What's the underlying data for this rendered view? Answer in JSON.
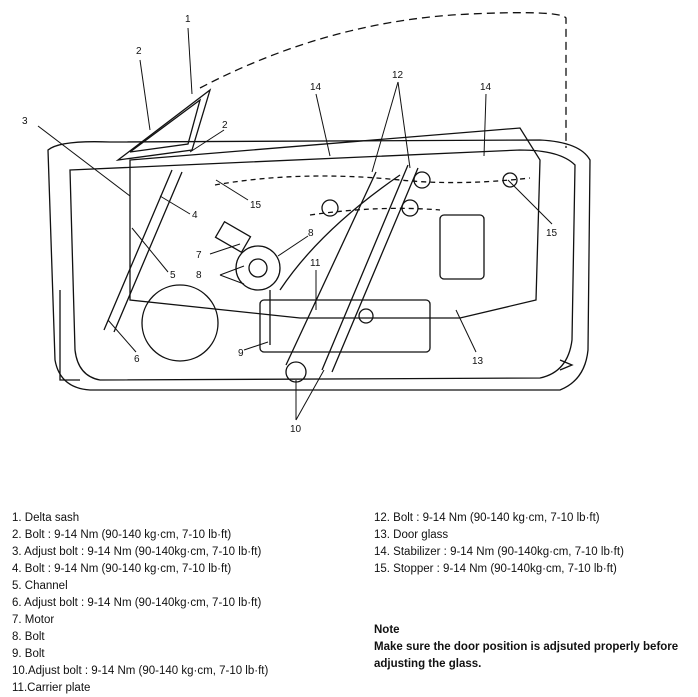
{
  "callouts": [
    {
      "n": "1"
    },
    {
      "n": "2"
    },
    {
      "n": "3"
    },
    {
      "n": "2"
    },
    {
      "n": "4"
    },
    {
      "n": "5"
    },
    {
      "n": "6"
    },
    {
      "n": "7"
    },
    {
      "n": "8"
    },
    {
      "n": "8"
    },
    {
      "n": "9"
    },
    {
      "n": "10"
    },
    {
      "n": "11"
    },
    {
      "n": "12"
    },
    {
      "n": "13"
    },
    {
      "n": "14"
    },
    {
      "n": "14"
    },
    {
      "n": "15"
    },
    {
      "n": "15"
    }
  ],
  "legend_left": [
    "1. Delta sash",
    "2. Bolt : 9-14 Nm (90-140 kg·cm, 7-10 lb·ft)",
    "3. Adjust bolt : 9-14 Nm (90-140kg·cm, 7-10 lb·ft)",
    "4. Bolt : 9-14 Nm (90-140 kg·cm, 7-10 lb·ft)",
    "5. Channel",
    "6. Adjust bolt : 9-14 Nm (90-140kg·cm, 7-10 lb·ft)",
    "7. Motor",
    "8. Bolt",
    "9. Bolt",
    "10.Adjust bolt : 9-14 Nm (90-140 kg·cm, 7-10 lb·ft)",
    "11.Carrier plate"
  ],
  "legend_right": [
    "12. Bolt : 9-14 Nm (90-140 kg·cm, 7-10 lb·ft)",
    "13. Door glass",
    "14. Stabilizer  : 9-14 Nm (90-140kg·cm, 7-10 lb·ft)",
    "15. Stopper  : 9-14 Nm (90-140kg·cm, 7-10 lb·ft)"
  ],
  "note": {
    "title": "Note",
    "text": "Make sure the door position is adjsuted properly before adjusting the glass."
  }
}
